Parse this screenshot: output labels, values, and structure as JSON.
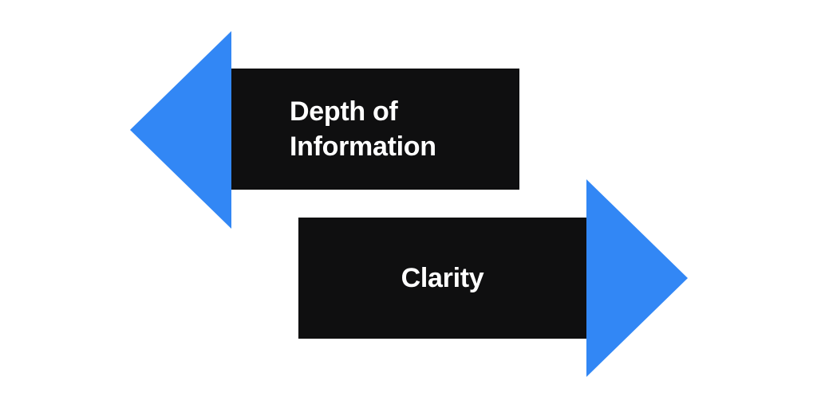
{
  "arrows": {
    "left": {
      "label_line1": "Depth of",
      "label_line2": "Information",
      "direction": "left",
      "head_color": "#3287f5",
      "body_color": "#0f0f10"
    },
    "right": {
      "label": "Clarity",
      "direction": "right",
      "head_color": "#3287f5",
      "body_color": "#0f0f10"
    }
  }
}
